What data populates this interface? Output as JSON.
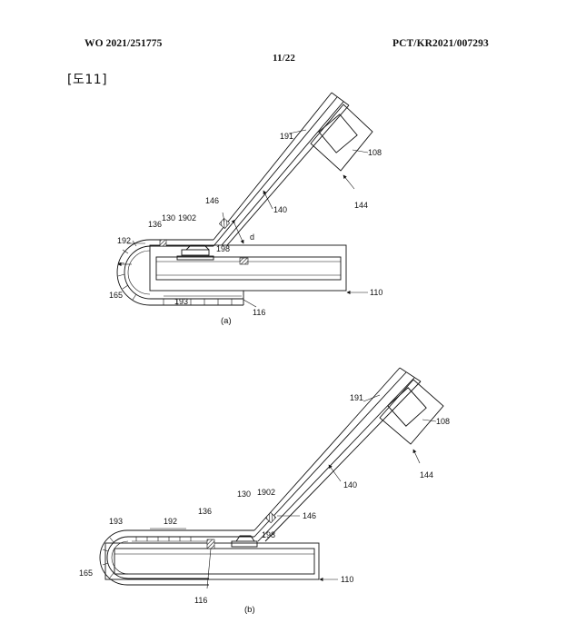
{
  "header": {
    "publication_left": "WO 2021/251775",
    "publication_right": "PCT/KR2021/007293",
    "page": "11/22"
  },
  "figure": {
    "title": "[도11]",
    "a": {
      "caption": "(a)",
      "labels": {
        "l191": "191",
        "l108": "108",
        "l144": "144",
        "l140": "140",
        "l146": "146",
        "l136": "136",
        "l130": "130",
        "l1902": "1902",
        "l192": "192",
        "l198": "198",
        "ld": "d",
        "l165": "165",
        "l193": "193",
        "l116": "116",
        "l110": "110"
      }
    },
    "b": {
      "caption": "(b)",
      "labels": {
        "l191": "191",
        "l108": "108",
        "l144": "144",
        "l140": "140",
        "l130": "130",
        "l1902": "1902",
        "l146": "146",
        "l193": "193",
        "l192": "192",
        "l136": "136",
        "l198": "198",
        "l165": "165",
        "l116": "116",
        "l110": "110"
      }
    }
  }
}
